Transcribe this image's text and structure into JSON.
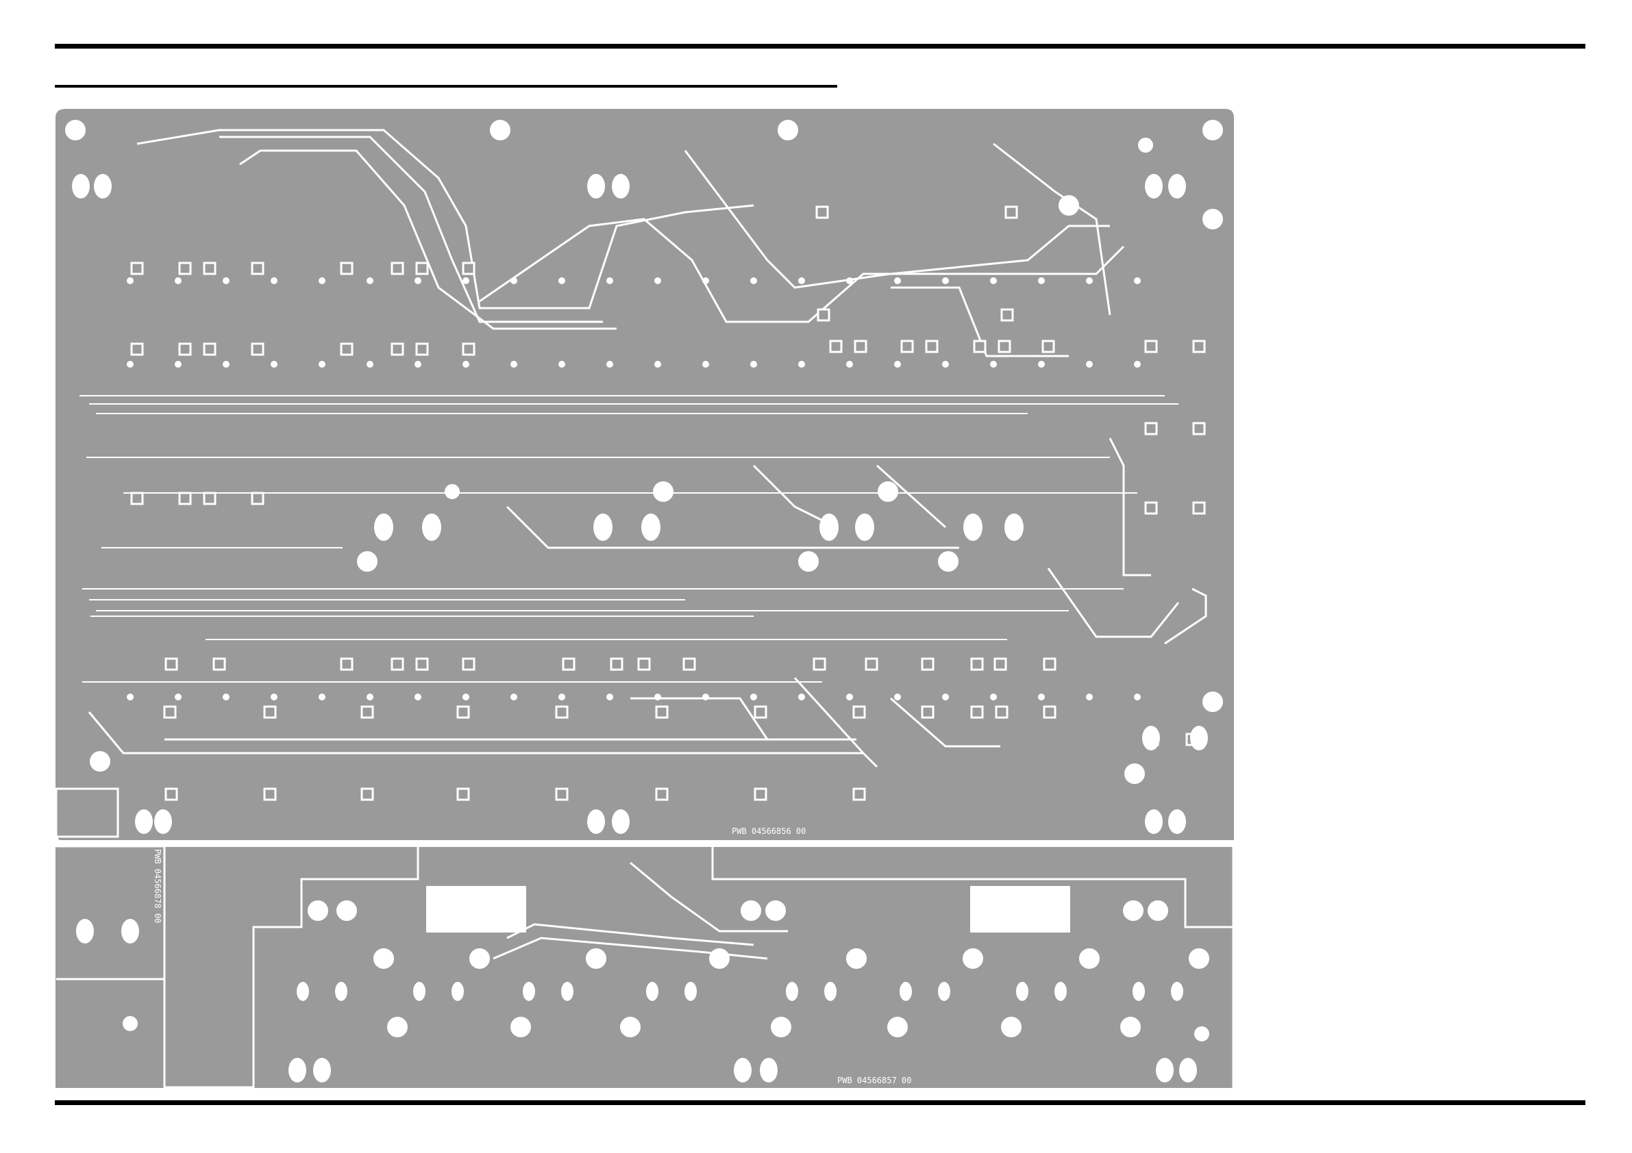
{
  "labels": {
    "main_board": "PWB 04566856 00",
    "side_board": "PWB 04566878 00",
    "bottom_board": "PWB 04566857 00"
  },
  "colors": {
    "copper": "#9a9a9a",
    "trace": "#ffffff",
    "outline": "#ffffff",
    "rule": "#000000"
  }
}
